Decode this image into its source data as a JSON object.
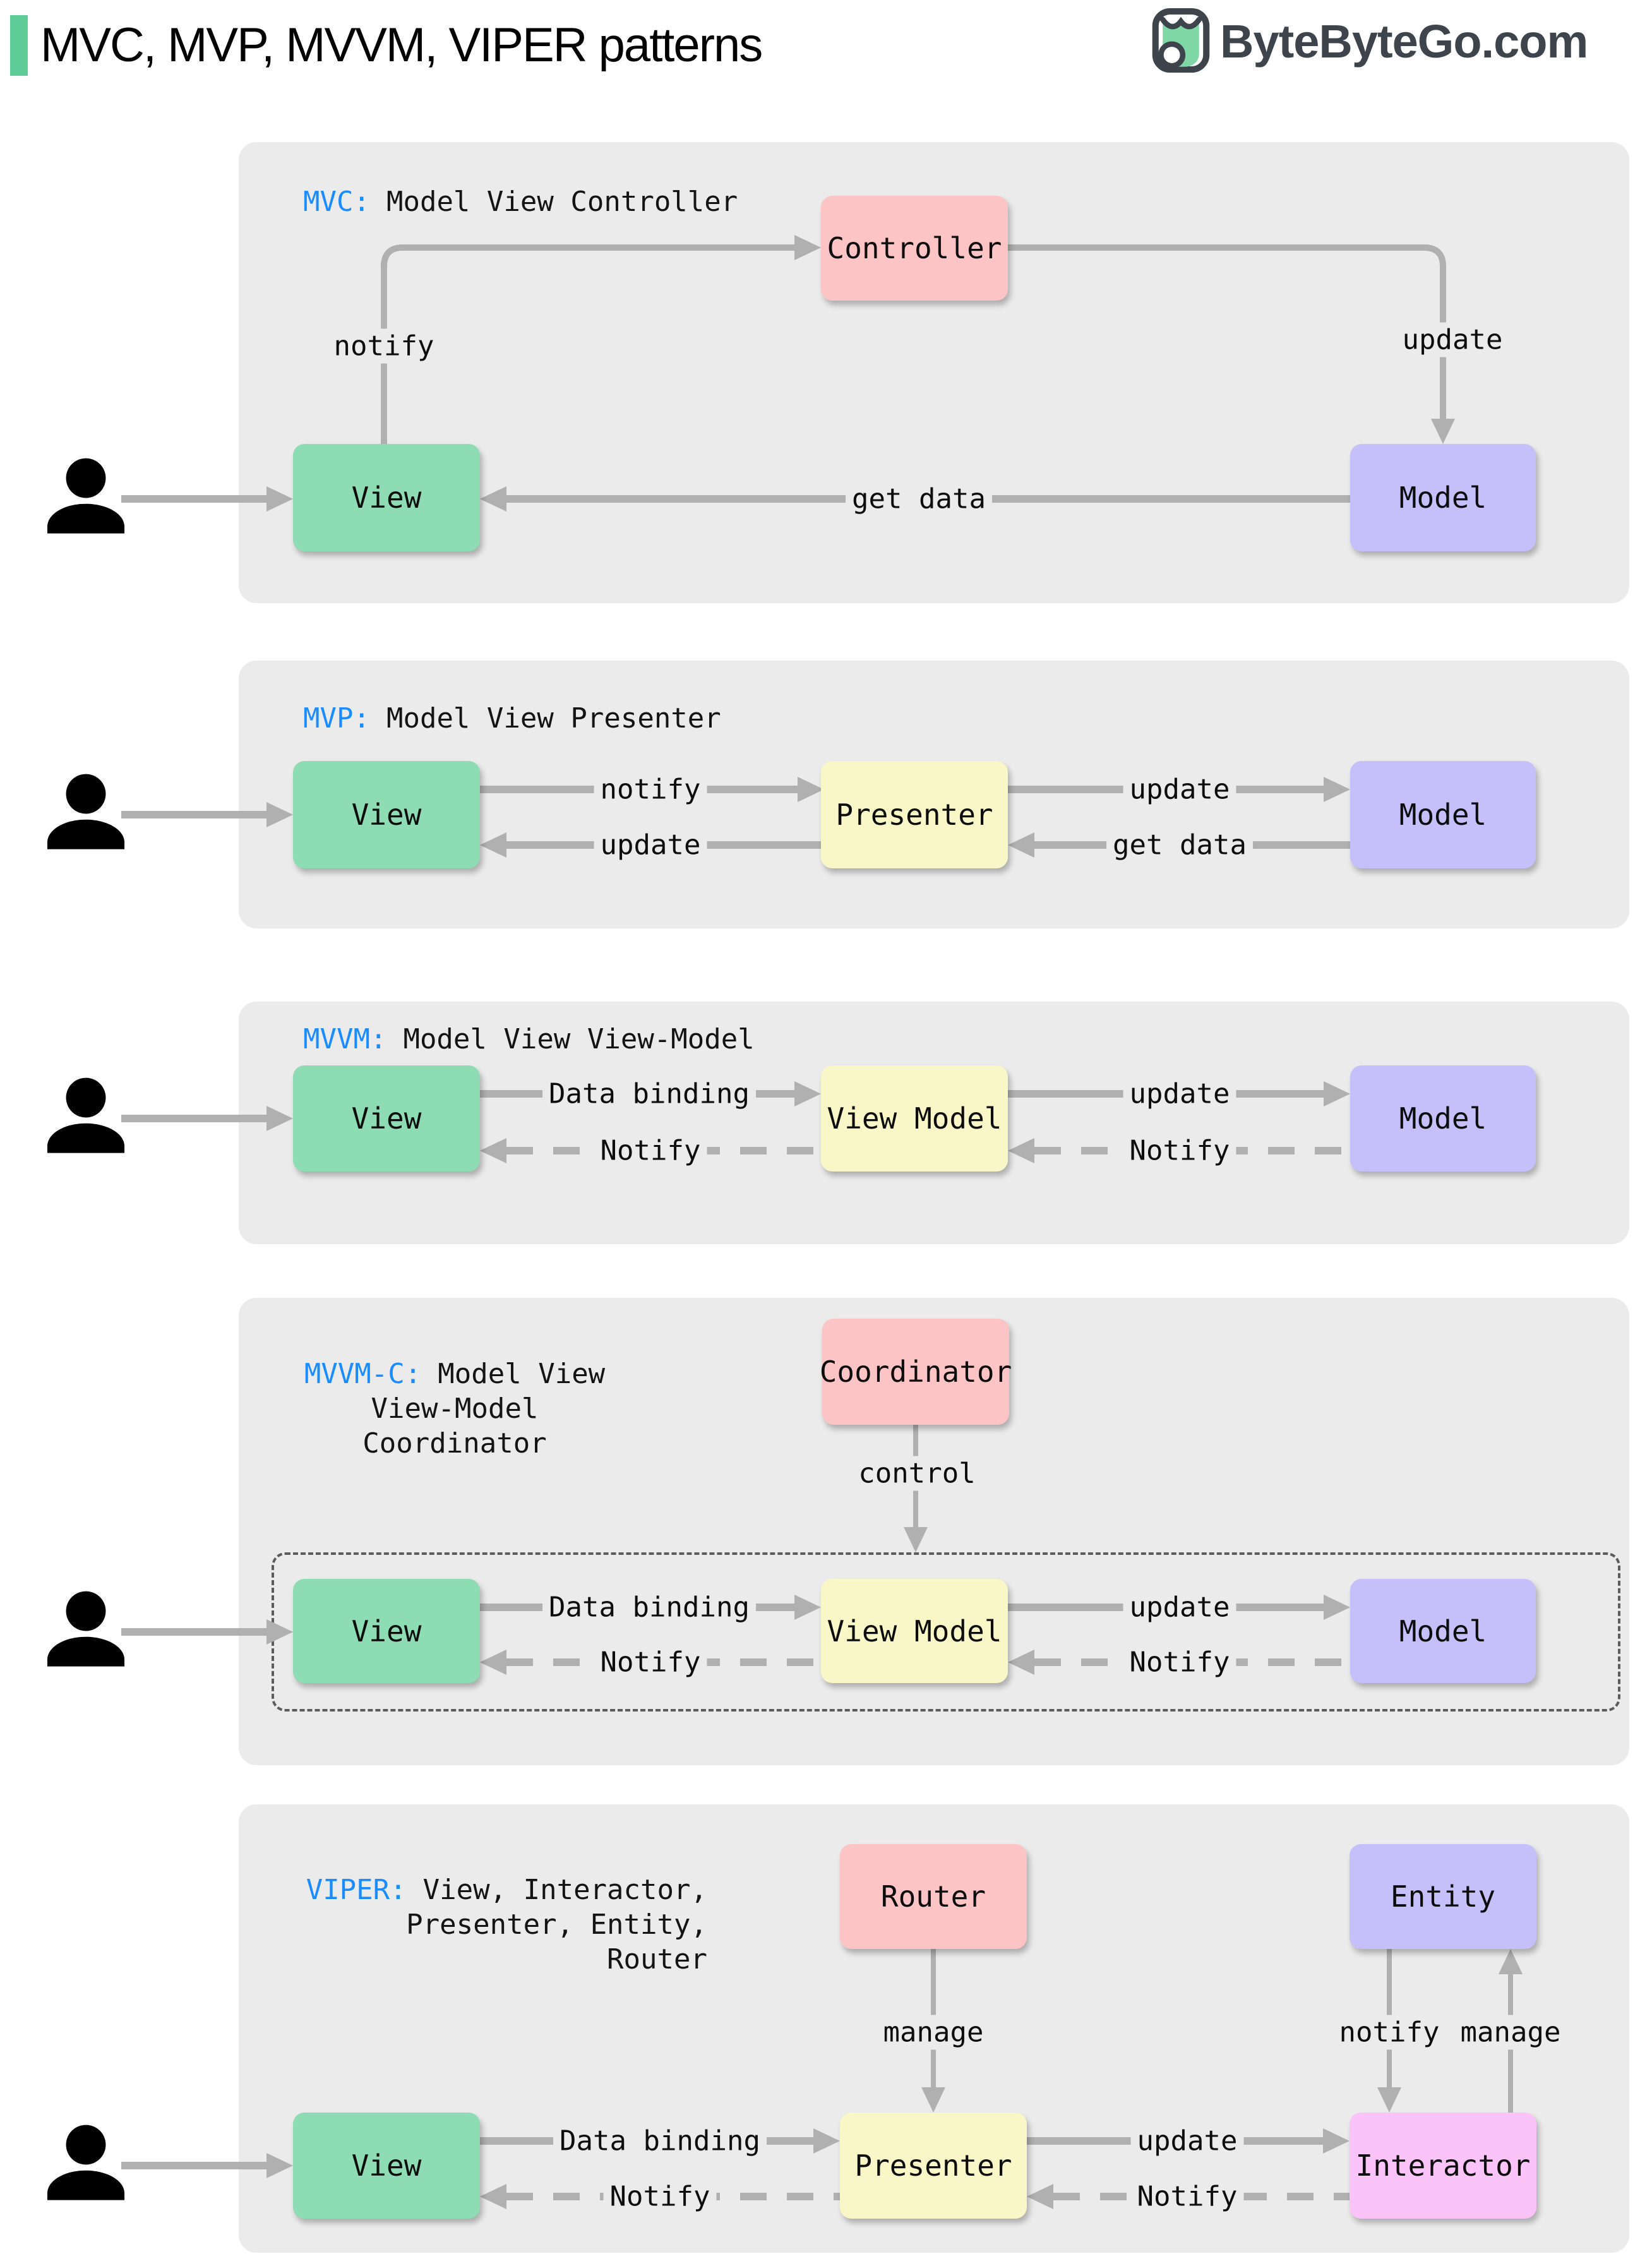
{
  "header": {
    "title": "MVC, MVP, MVVM, VIPER patterns",
    "brand": "ByteByteGo.com"
  },
  "colors": {
    "accent_green": "#5fcb96",
    "tag_blue": "#1a8cff",
    "panel_gray": "#ebebeb",
    "arrow_gray": "#b0b0b0",
    "box_green": "#8edcb3",
    "box_pink": "#fdc4c6",
    "box_purple": "#c5c0fa",
    "box_yellow": "#f9f7c8",
    "box_magenta": "#fac4f8",
    "brand_dark": "#3e444b"
  },
  "mvc": {
    "tag": "MVC:",
    "name": "Model View Controller",
    "boxes": {
      "controller": "Controller",
      "view": "View",
      "model": "Model"
    },
    "labels": {
      "notify": "notify",
      "update": "update",
      "get_data": "get data"
    }
  },
  "mvp": {
    "tag": "MVP:",
    "name": "Model View Presenter",
    "boxes": {
      "view": "View",
      "presenter": "Presenter",
      "model": "Model"
    },
    "labels": {
      "notify": "notify",
      "update_view": "update",
      "update_model": "update",
      "get_data": "get data"
    }
  },
  "mvvm": {
    "tag": "MVVM:",
    "name": "Model View View-Model",
    "boxes": {
      "view": "View",
      "view_model": "View Model",
      "model": "Model"
    },
    "labels": {
      "data_binding": "Data binding",
      "update": "update",
      "notify_view": "Notify",
      "notify_view_model": "Notify"
    }
  },
  "mvvmc": {
    "tag": "MVVM-C:",
    "name_lines": [
      "Model View",
      "View-Model",
      "Coordinator"
    ],
    "boxes": {
      "coordinator": "Coordinator",
      "view": "View",
      "view_model": "View Model",
      "model": "Model"
    },
    "labels": {
      "control": "control",
      "data_binding": "Data binding",
      "update": "update",
      "notify_view": "Notify",
      "notify_view_model": "Notify"
    }
  },
  "viper": {
    "tag": "VIPER:",
    "name_lines": [
      "View, Interactor,",
      "Presenter, Entity,",
      "Router"
    ],
    "boxes": {
      "router": "Router",
      "entity": "Entity",
      "view": "View",
      "presenter": "Presenter",
      "interactor": "Interactor"
    },
    "labels": {
      "manage_presenter": "manage",
      "notify_interactor": "notify",
      "manage_entity": "manage",
      "data_binding": "Data binding",
      "update": "update",
      "notify_presenter": "Notify",
      "notify_view": "Notify"
    }
  }
}
